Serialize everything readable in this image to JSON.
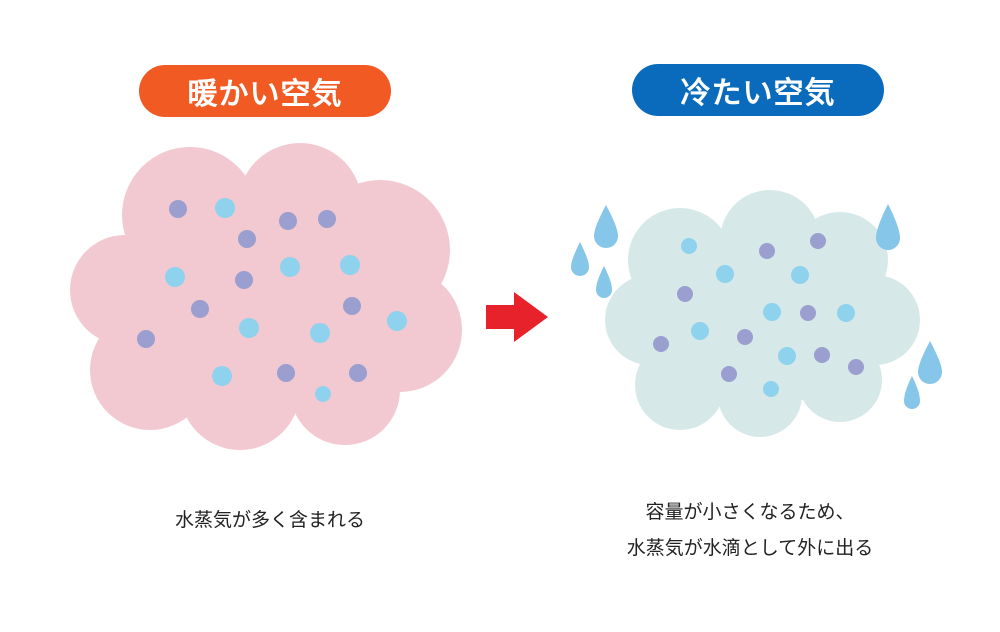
{
  "warm": {
    "title": "暖かい空気",
    "caption": "水蒸気が多く含まれる",
    "pill_color": "#f15a22",
    "cloud_color": "#f3c9d1"
  },
  "cold": {
    "title": "冷たい空気",
    "caption_line1": "容量が小さくなるため、",
    "caption_line2": "水蒸気が水滴として外に出る",
    "pill_color": "#0a6bbd",
    "cloud_color": "#d6e9e8"
  },
  "colors": {
    "dot_light": "#8fd2ee",
    "dot_dark": "#9a9fcf",
    "arrow": "#e8222a",
    "drop": "#86c6e8"
  }
}
